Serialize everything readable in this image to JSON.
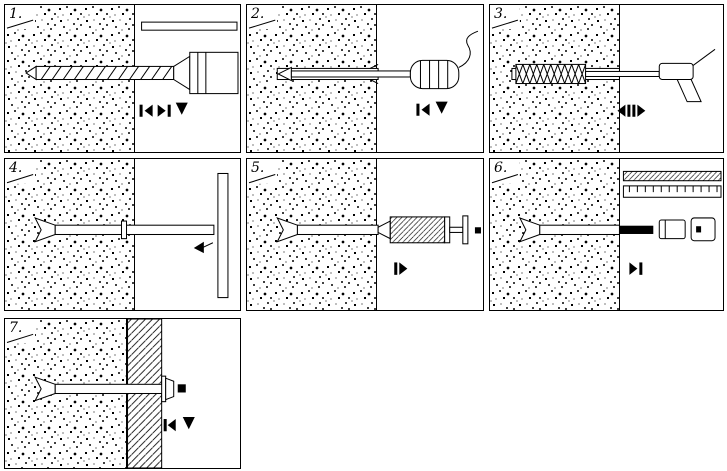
{
  "page": {
    "background_color": "#ffffff",
    "line_color": "#000000",
    "description": "Seven-step masonry anchor installation instruction diagram"
  },
  "panels": [
    {
      "number": "1.",
      "name": "drill-hole",
      "elements": [
        "concrete",
        "drill-bit",
        "drill-chuck",
        "depth-gauge"
      ],
      "icons": [
        "hammer-drill-motion-icon"
      ]
    },
    {
      "number": "2.",
      "name": "blow-out-dust",
      "elements": [
        "concrete",
        "drilled-hole",
        "blow-out-pump"
      ],
      "icons": [
        "hammer-motion-icon"
      ]
    },
    {
      "number": "3.",
      "name": "brush-hole",
      "elements": [
        "concrete",
        "drilled-hole",
        "cleaning-brush",
        "brush-handle"
      ],
      "icons": [
        "in-out-motion-icon"
      ]
    },
    {
      "number": "4.",
      "name": "insert-anchor",
      "elements": [
        "concrete",
        "anchor-flange",
        "anchor-sleeve",
        "fixture-plate"
      ],
      "icons": [
        "push-arrow-icon"
      ]
    },
    {
      "number": "5.",
      "name": "inject-resin",
      "elements": [
        "concrete",
        "anchor-sleeve",
        "injection-cartridge",
        "plunger"
      ],
      "icons": [
        "push-motion-icon"
      ]
    },
    {
      "number": "6.",
      "name": "set-anchor-rod",
      "elements": [
        "concrete",
        "anchor-sleeve",
        "threaded-stud",
        "setting-tools",
        "measuring-scale"
      ],
      "icons": [
        "hammer-motion-icon"
      ]
    },
    {
      "number": "7.",
      "name": "finished-installation",
      "elements": [
        "concrete",
        "fixture-board",
        "anchor-head",
        "washer"
      ],
      "icons": [
        "hammer-motion-icon"
      ]
    }
  ]
}
